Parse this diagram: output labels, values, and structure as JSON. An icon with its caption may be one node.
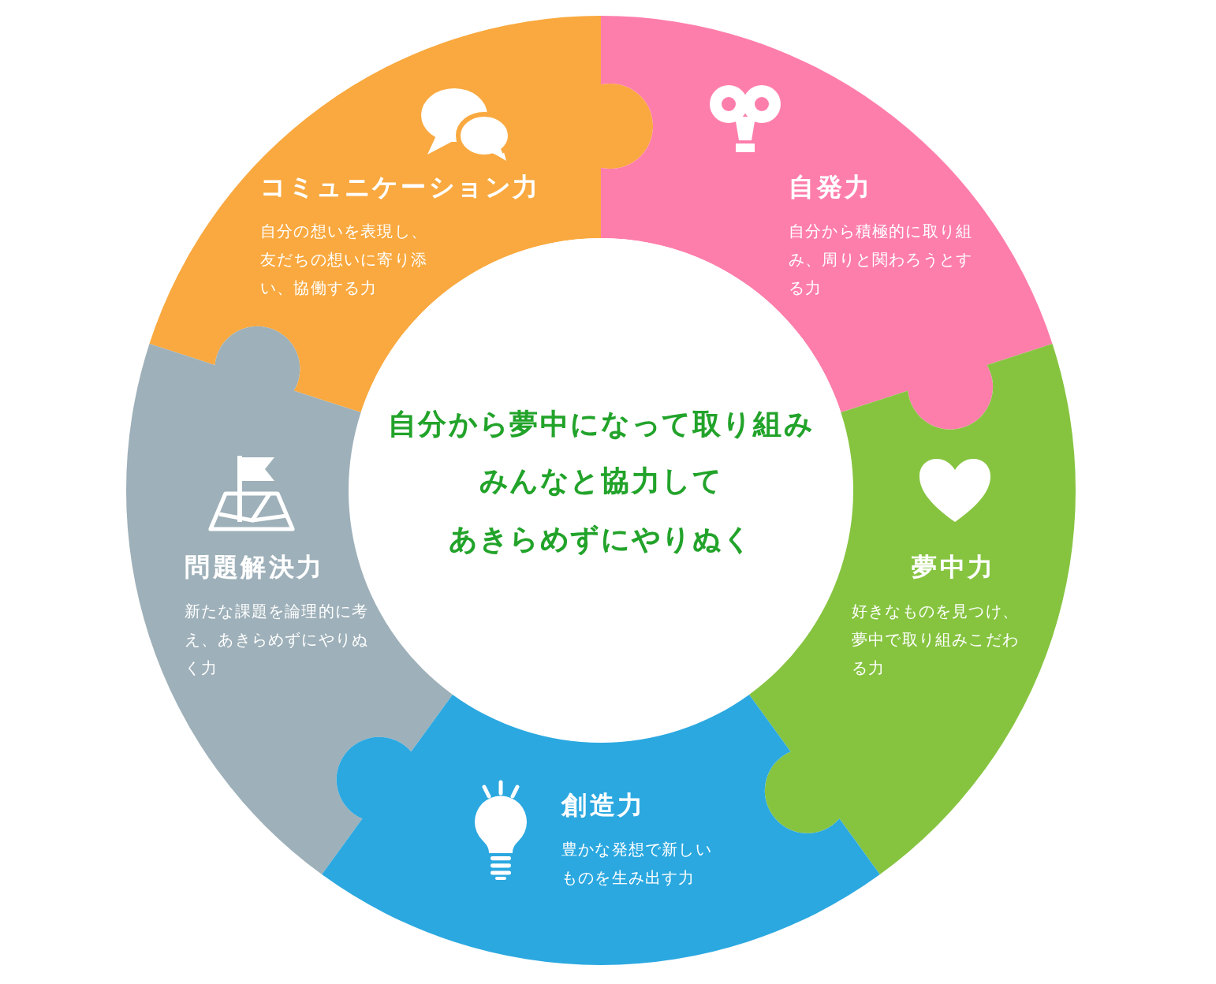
{
  "diagram": {
    "nodes": [
      {
        "text": [
          "コミュニケーション力",
          "自分の想いを表現し、友だちの想いに寄り添い、協働する力"
        ]
      },
      {
        "text": [
          "自発力",
          "自分から積極的に取り組み、周りと関わろうとする力"
        ]
      },
      {
        "text": [
          "自分から夢中になって取り組み",
          "みんなと協力して",
          "あきらめずにやりぬく"
        ]
      },
      {
        "text": [
          "問題解決力",
          "新たな課題を論理的に考え、あきらめずにやりぬく力"
        ]
      },
      {
        "text": [
          "夢中力",
          "好きなものを見つけ、夢中で取り組みこだわる力"
        ]
      },
      {
        "text": [
          "創造力",
          "豊かな発想で新しいものを生み出す力"
        ]
      }
    ]
  }
}
